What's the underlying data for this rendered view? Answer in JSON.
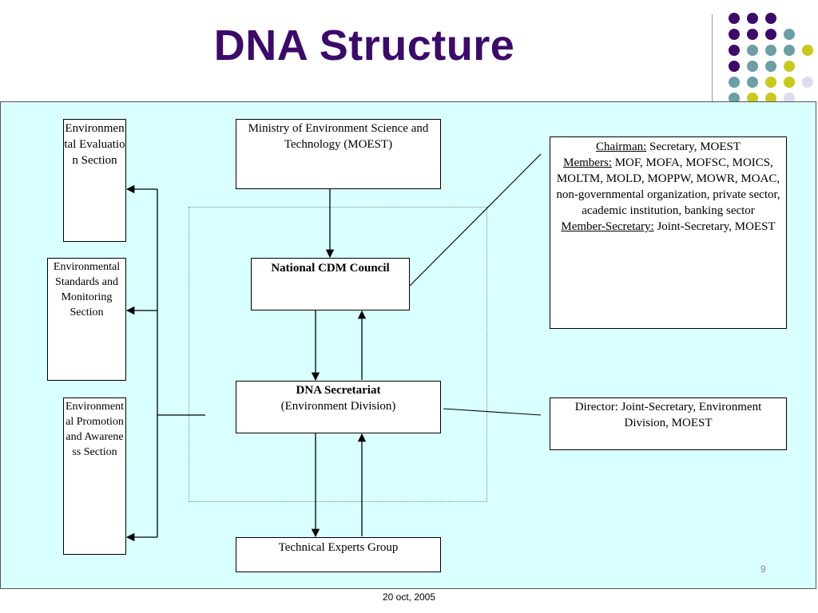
{
  "slide": {
    "title": "DNA Structure",
    "page_number": "9",
    "footer_date": "20 oct, 2005"
  },
  "colors": {
    "title": "#3b0a6b",
    "panel_background": "#d9ffff",
    "dot_purple": "#3b0a6b",
    "dot_teal": "#6b9fa3",
    "dot_yellow": "#c9c91a",
    "dot_lightgreen": "#d4e28c",
    "dot_lavender": "#dcdcee",
    "dot_lightblue": "#d8ecf2"
  },
  "diagram": {
    "moest": "Ministry of Environment Science and Technology (MOEST)",
    "council": "National CDM Council",
    "secretariat_title": "DNA Secretariat",
    "secretariat_subtitle": "(Environment Division)",
    "experts": "Technical Experts Group",
    "sections": {
      "evaluation": "Environmental Evaluation Section",
      "standards": "Environmental Standards and Monitoring Section",
      "promotion": "Environmental Promotion and Awareness Section"
    },
    "council_info": {
      "chairman_label": "Chairman:",
      "chairman_value": " Secretary, MOEST",
      "members_label": "Members:",
      "members_value": " MOF, MOFA, MOFSC, MOICS, MOLTM, MOLD, MOPPW, MOWR, MOAC, non-governmental organization, private sector, academic institution, banking sector",
      "member_secretary_label": "Member-Secretary:",
      "member_secretary_value": " Joint-Secretary, MOEST"
    },
    "director_info": "Director: Joint-Secretary, Environment Division, MOEST"
  }
}
